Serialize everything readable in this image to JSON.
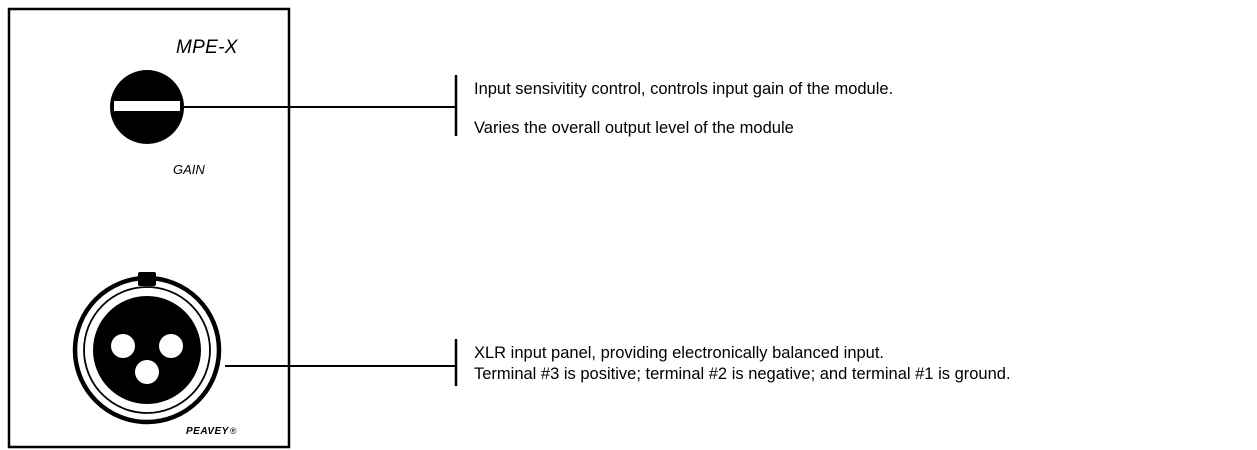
{
  "panel": {
    "model_label": "MPE-X",
    "gain_label": "GAIN",
    "brand_logo": "PEAVEY",
    "brand_mark": "®"
  },
  "callouts": {
    "gain": {
      "line1": "Input sensivitity control, controls input gain of the module.",
      "line2": "Varies the overall output level of the module"
    },
    "xlr": {
      "line1": "XLR input  panel, providing electronically balanced input.",
      "line2": "Terminal #3 is positive; terminal #2 is negative; and terminal #1 is ground."
    }
  }
}
